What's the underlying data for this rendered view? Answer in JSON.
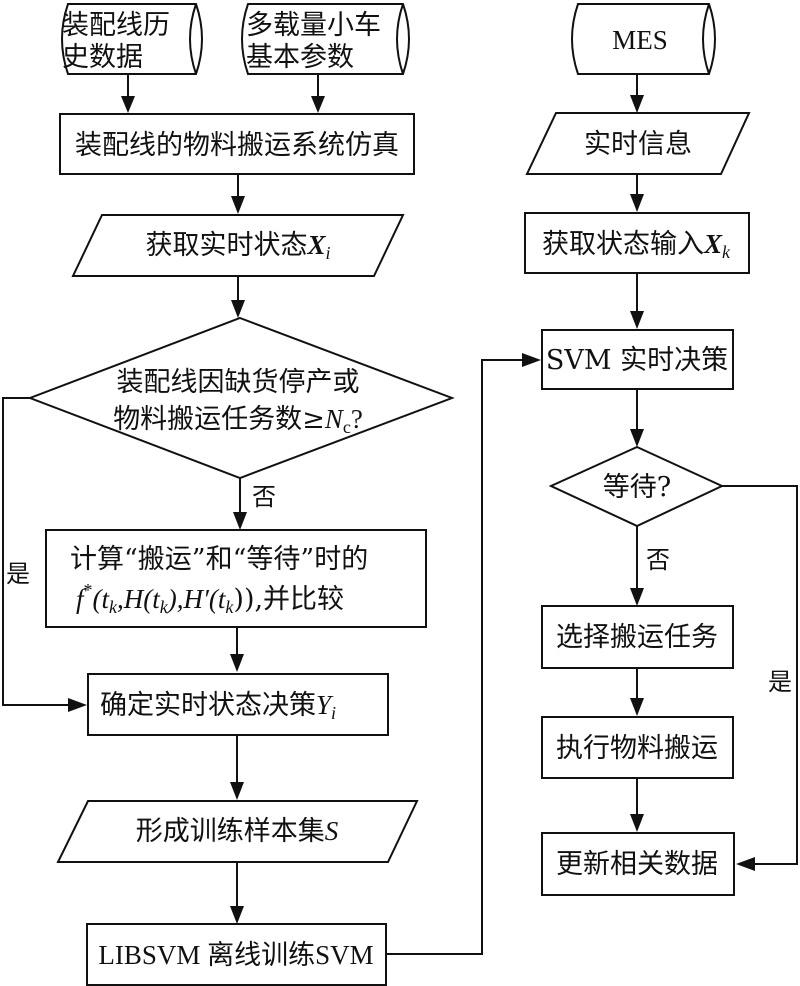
{
  "left": {
    "db_history": {
      "line1": "装配线历",
      "line2": "史数据"
    },
    "db_params": {
      "line1": "多载量小车",
      "line2": "基本参数"
    },
    "simulation": "装配线的物料搬运系统仿真",
    "get_state": {
      "text": "获取实时状态",
      "var": "X",
      "sub": "i"
    },
    "decision": {
      "line1": "装配线因缺货停产或",
      "line2_text": "物料搬运任务数≥",
      "line2_var": "N",
      "line2_sub": "c",
      "line2_tail": "?"
    },
    "compute": {
      "line1": "计算“搬运”和“等待”时的",
      "line2_f": "f",
      "line2_sup": "*",
      "line2_formula": "(t",
      "line2_k1": "k",
      "line2_mid1": ",H(t",
      "line2_k2": "k",
      "line2_mid2": "),H′(t",
      "line2_k3": "k",
      "line2_end": ")),并比较"
    },
    "determine": {
      "text": "确定实时状态决策",
      "var": "Y",
      "sub": "i"
    },
    "samples": {
      "text": "形成训练样本集",
      "var": "S"
    },
    "train": "LIBSVM 离线训练SVM",
    "label_no": "否",
    "label_yes": "是"
  },
  "right": {
    "mes": "MES",
    "realtime_info": "实时信息",
    "get_input": {
      "text": "获取状态输入",
      "var": "X",
      "sub": "k"
    },
    "svm_decision": "SVM 实时决策",
    "wait_decision": "等待?",
    "select_task": "选择搬运任务",
    "execute": "执行物料搬运",
    "update": "更新相关数据",
    "label_no": "否",
    "label_yes": "是"
  }
}
